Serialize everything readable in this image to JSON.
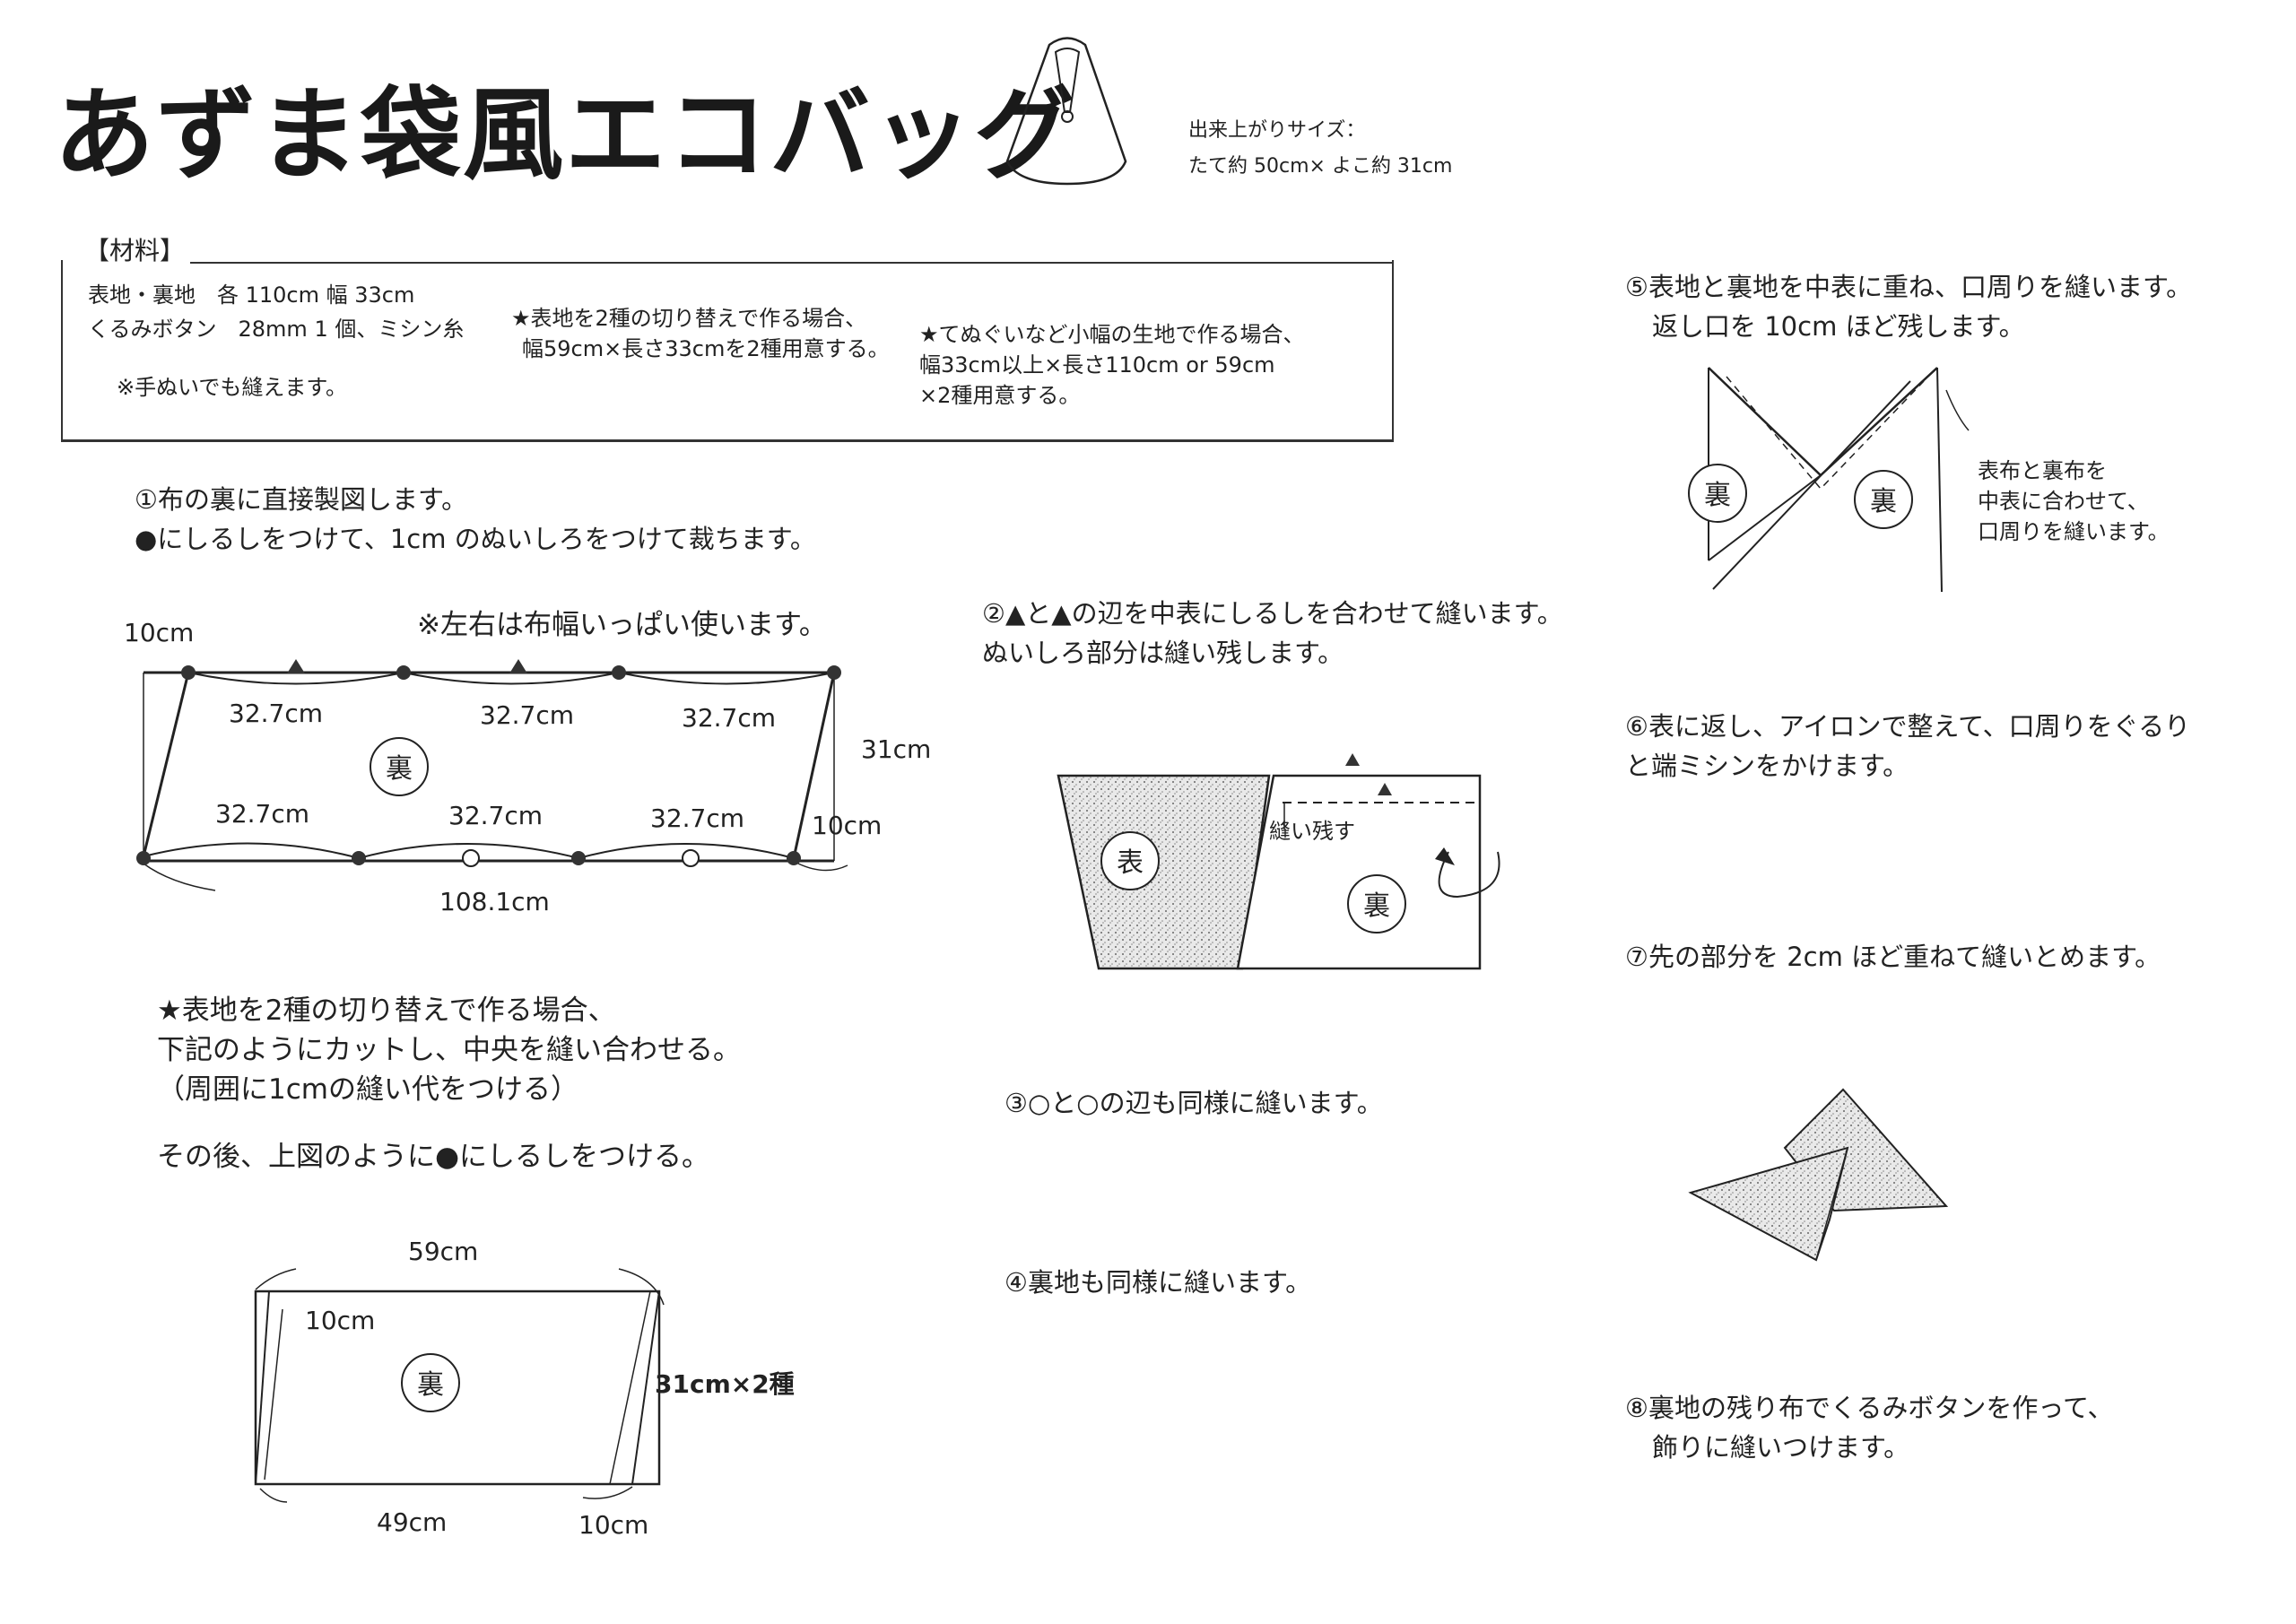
{
  "title": "あずま袋風エコバッグ",
  "finished_size": {
    "label": "出来上がりサイズ：",
    "value": "たて約 50cm× よこ約 31cm"
  },
  "materials": {
    "heading": "【材料】",
    "line1": "表地・裏地　各 110cm 幅 33cm",
    "line2": "くるみボタン　28mm 1 個、ミシン糸",
    "line3": "※手ぬいでも縫えます。",
    "star_a": [
      "★表地を2種の切り替えで作る場合、",
      "幅59cm×長さ33cmを2種用意する。"
    ],
    "star_b": [
      "★てぬぐいなど小幅の生地で作る場合、",
      "幅33cm以上×長さ110cm or 59cm",
      "×2種用意する。"
    ]
  },
  "step1": {
    "lines": [
      "①布の裏に直接製図します。",
      "●にしるしをつけて、1cm のぬいしろをつけて裁ちます。"
    ],
    "note": "※左右は布幅いっぱい使います。",
    "dims": {
      "left_top": "10cm",
      "top_seg": [
        "32.7cm",
        "32.7cm",
        "32.7cm"
      ],
      "bottom_seg": [
        "32.7cm",
        "32.7cm",
        "32.7cm"
      ],
      "height": "31cm",
      "right_bottom": "10cm",
      "bottom_total": "108.1cm"
    },
    "center_mark": "裏"
  },
  "star_section": {
    "lines": [
      "★表地を2種の切り替えで作る場合、",
      "下記のようにカットし、中央を縫い合わせる。",
      "（周囲に1cmの縫い代をつける）"
    ],
    "after": "その後、上図のように●にしるしをつける。",
    "dims": {
      "top": "59cm",
      "left_offset": "10cm",
      "side": "31cm×2種",
      "bottom": "49cm",
      "right_offset": "10cm"
    },
    "center_mark": "裏"
  },
  "step2": {
    "lines": [
      "②▲と▲の辺を中表にしるしを合わせて縫います。",
      "ぬいしろ部分は縫い残します。"
    ],
    "left_mark": "表",
    "right_mark": "裏",
    "leave_label": "縫い残す"
  },
  "step3": "③○と○の辺も同様に縫います。",
  "step4": "④裏地も同様に縫います。",
  "step5": {
    "lines": [
      "⑤表地と裏地を中表に重ね、口周りを縫います。",
      "返し口を 10cm ほど残します。"
    ],
    "marks": [
      "裏",
      "裏"
    ],
    "note": [
      "表布と裏布を",
      "中表に合わせて、",
      "口周りを縫います。"
    ]
  },
  "step6": [
    "⑥表に返し、アイロンで整えて、口周りをぐるり",
    "と端ミシンをかけます。"
  ],
  "step7": "⑦先の部分を 2cm ほど重ねて縫いとめます。",
  "step8": [
    "⑧裏地の残り布でくるみボタンを作って、",
    "飾りに縫いつけます。"
  ]
}
